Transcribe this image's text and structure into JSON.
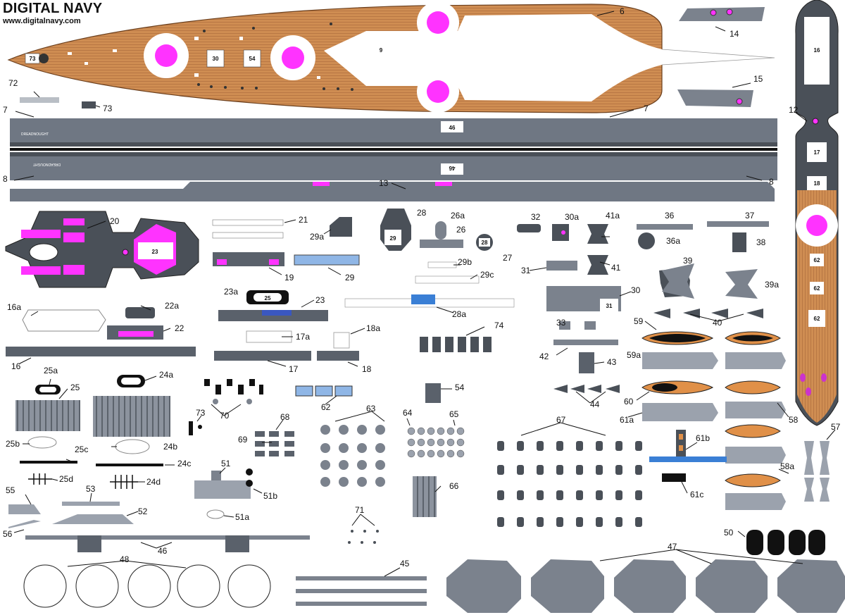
{
  "brand": {
    "title": "DIGITAL NAVY",
    "url": "www.digitalnavy.com"
  },
  "colors": {
    "deck_wood": "#cf8d52",
    "plank_line": "#a8683a",
    "gray_dark": "#4a5058",
    "gray_mid": "#7b828d",
    "gray_light": "#9ba2ad",
    "magenta": "#ff33ff",
    "hull_blue": "#3a7fd5",
    "boat_orange": "#e09048"
  },
  "hull_text": {
    "name": "DREADNOUGHT",
    "name_mirrored": "DREADNOUGHT"
  },
  "deck_plates": {
    "bow_marker": "73",
    "p30": "30",
    "p54": "54",
    "p9": "9",
    "p46a": "46",
    "p46b": "46",
    "p29": "29",
    "p28": "28",
    "p25": "25",
    "p23": "23",
    "p31": "31",
    "p16": "16",
    "p17": "17",
    "p18": "18",
    "p62a": "62",
    "p62b": "62",
    "p62c": "62"
  },
  "callouts": [
    "6",
    "14",
    "15",
    "72",
    "73",
    "7",
    "7",
    "12",
    "8",
    "13",
    "8",
    "20",
    "21",
    "29a",
    "28",
    "26a",
    "26",
    "27",
    "32",
    "30a",
    "41a",
    "36",
    "36a",
    "37",
    "38",
    "31",
    "41",
    "19",
    "29",
    "29b",
    "29c",
    "39",
    "39a",
    "23a",
    "23",
    "30",
    "28a",
    "16a",
    "22a",
    "22",
    "74",
    "40",
    "33",
    "59",
    "17a",
    "18a",
    "42",
    "43",
    "59a",
    "16",
    "17",
    "18",
    "25a",
    "24a",
    "25",
    "54",
    "62",
    "44",
    "60",
    "61a",
    "58",
    "63",
    "64",
    "65",
    "67",
    "57",
    "25b",
    "24b",
    "25c",
    "24c",
    "69",
    "68",
    "70",
    "73",
    "61b",
    "58a",
    "25d",
    "24d",
    "51",
    "51b",
    "66",
    "61c",
    "55",
    "53",
    "52",
    "51a",
    "71",
    "56",
    "46",
    "50",
    "48",
    "45",
    "47"
  ]
}
